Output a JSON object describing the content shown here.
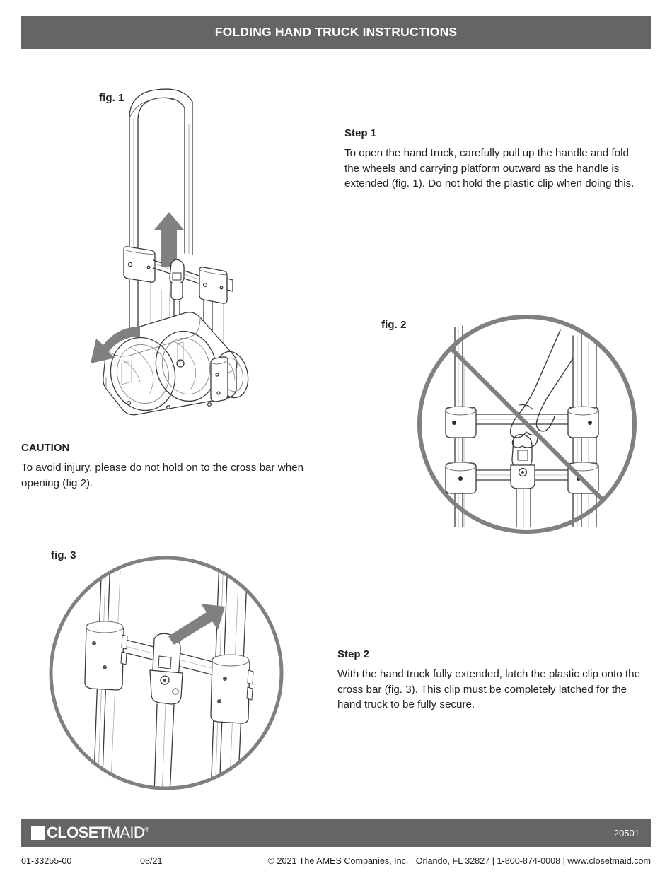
{
  "header": {
    "title": "FOLDING HAND TRUCK INSTRUCTIONS"
  },
  "figures": {
    "fig1_label": "fig. 1",
    "fig2_label": "fig. 2",
    "fig3_label": "fig. 3"
  },
  "steps": {
    "step1": {
      "heading": "Step 1",
      "body": "To open the hand truck, carefully pull up the handle and fold the wheels and carrying platform outward as the handle is extended (fig. 1). Do not hold the plastic clip when doing this."
    },
    "caution": {
      "heading": "CAUTION",
      "body": "To avoid injury, please do not hold on to the cross bar when opening (fig 2)."
    },
    "step2": {
      "heading": "Step 2",
      "body": "With the hand truck fully extended, latch the plastic clip onto the cross bar (fig. 3). This clip must be completely latched for the hand truck to be fully secure."
    }
  },
  "footer": {
    "logo_mark": "CLOSET",
    "logo_mark_thin": "MAID",
    "logo_registered": "®",
    "sku": "20501",
    "part_number": "01-33255-00",
    "date_code": "08/21",
    "copyright": "© 2021 The AMES Companies, Inc. |  Orlando, FL 32827 |  1-800-874-0008 |  www.closetmaid.com"
  },
  "colors": {
    "bar_gray": "#666465",
    "line_gray": "#808080",
    "arrow_gray": "#808080",
    "text_black": "#231f20",
    "white": "#ffffff"
  }
}
